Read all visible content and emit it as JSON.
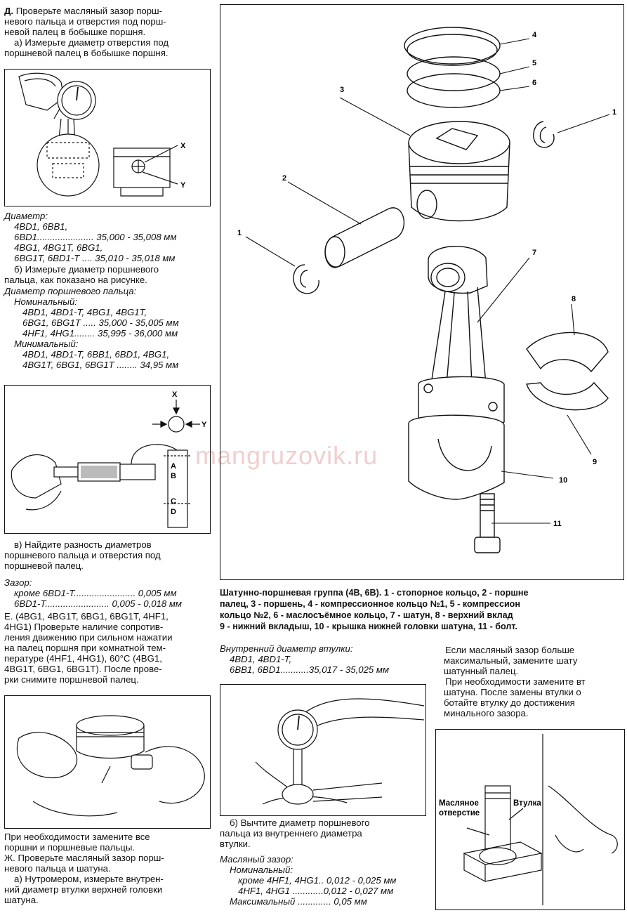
{
  "left": {
    "d_heading": "Д.",
    "d_text_1": "Проверьте масляный зазор порш-",
    "d_text_2": "невого пальца и отверстия под порш-",
    "d_text_3": "невой палец в бобышке поршня.",
    "d_a_1": "а) Измерьте диаметр отверстия под",
    "d_a_2": "поршневой палец в бобышке поршня.",
    "fig1_labels": [
      "X",
      "Y"
    ],
    "diam_title": "Диаметр:",
    "diam_rows": [
      "4BD1, 6BB1,",
      "6BD1...................... 35,000 - 35,008 мм",
      "4BG1, 4BG1T, 6BG1,",
      "6BG1T, 6BD1-T .... 35,010 - 35,018 мм"
    ],
    "b_1": "б) Измерьте диаметр поршневого",
    "b_2": "пальца, как показано на рисунке.",
    "pin_title": "Диаметр поршневого пальца:",
    "nominal_title": "Номинальный:",
    "nominal_rows": [
      "4BD1, 4BD1-T, 4BG1, 4BG1T,",
      "6BG1, 6BG1T ..... 35,000 - 35,005 мм",
      "4HF1, 4HG1........ 35,995 - 36,000 мм"
    ],
    "min_title": "Минимальный:",
    "min_rows": [
      "4BD1, 4BD1-T, 6BB1, 6BD1, 4BG1,",
      "4BG1T, 6BG1, 6BG1T ........ 34,95 мм"
    ],
    "fig2_labels": [
      "X",
      "Y",
      "A",
      "B",
      "C",
      "D"
    ],
    "v_1": "в) Найдите разность диаметров",
    "v_2": "поршневого пальца и отверстия под",
    "v_3": "поршневой палец.",
    "gap_title": "Зазор:",
    "gap_rows": [
      "кроме 6BD1-T........................ 0,005 мм",
      "6BD1-T......................... 0,005 - 0,018 мм"
    ],
    "e_lines": [
      "4HG1) Проверьте наличие сопротив-",
      "ления движению при сильном нажатии",
      "на палец поршня при комнатной тем-"
    ],
    "e_line1": "Е. (4BG1, 4BG1T, 6BG1, 6BG1T, 4HF1,",
    "e_line5": "пературе (4HF1, 4HG1), 60°С (4BG1,",
    "e_line6": "4BG1T, 6BG1, 6BG1T). После прове-",
    "e_line7": "рки снимите поршневой палец.",
    "replace_1": "При необходимости замените все",
    "replace_2": "поршни и поршневые пальцы.",
    "zh_1": "Ж. Проверьте масляный зазор порш-",
    "zh_2": "невого пальца и шатуна.",
    "zh_a_1": "а) Нутромером, измерьте внутрен-",
    "zh_a_2": "ний диаметр втулки верхней головки",
    "zh_a_3": "шатуна."
  },
  "diagram": {
    "callouts": [
      "1",
      "2",
      "3",
      "4",
      "5",
      "6",
      "1",
      "7",
      "8",
      "9",
      "10",
      "11"
    ]
  },
  "caption": {
    "line1": "Шатунно-поршневая группа (4В, 6В). 1 - стопорное кольцо, 2 - поршне",
    "line2": "палец, 3 - поршень, 4 - компрессионное кольцо №1, 5 - компрессион",
    "line3": "кольцо №2, 6 - маслосъёмное кольцо, 7 - шатун, 8 - верхний вклад",
    "line4": "9 - нижний вкладыш, 10 - крышка нижней головки шатуна, 11 - болт."
  },
  "middle": {
    "bush_title": "Внутренний диаметр втулки:",
    "bush_rows": [
      "4BD1, 4BD1-T,",
      "6BB1, 6BD1...........35,017 - 35,025 мм"
    ],
    "b2_1": "б) Вычтите диаметр поршневого",
    "b2_2": "пальца из внутреннего диаметра",
    "b2_3": "втулки.",
    "oil_title": "Масляный зазор:",
    "oil_nominal": "Номинальный:",
    "oil_rows": [
      "кроме 4HF1, 4HG1.. 0,012 - 0,025 мм",
      "4HF1, 4HG1 ............0,012 - 0,027 мм"
    ],
    "oil_max": "Максимальный ............. 0,05 мм"
  },
  "right": {
    "lines": [
      "Если масляный зазор больше",
      "максимальный, замените шату",
      "шатунный палец.",
      "При необходимости замените вт",
      "шатуна. После замены втулки о",
      "ботайте втулку до достижения",
      "минального зазора."
    ],
    "fig_label_oil_1": "Масляное",
    "fig_label_oil_2": "отверстие",
    "fig_label_bush": "Втулка"
  },
  "watermark": "mangruzovik.ru"
}
